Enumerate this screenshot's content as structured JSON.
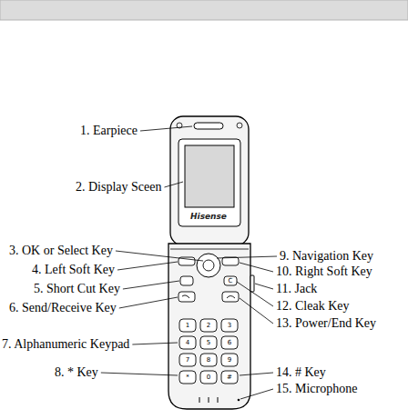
{
  "diagram": {
    "labels": [
      "Hisense",
      "1. Earpiece",
      "2. Display Sceen",
      "3. OK or Select Key",
      "4. Left Soft Key",
      "5. Short Cut Key",
      "6. Send/Receive Key",
      "7. Alphanumeric Keypad",
      "8. * Key",
      "9. Navigation Key",
      "10. Right Soft Key",
      "11. Jack",
      "12. Cleak Key",
      "13. Power/End Key",
      "14. # Key",
      "15. Microphone",
      "1",
      "2",
      "3",
      "4",
      "5",
      "6",
      "7",
      "8",
      "9",
      "*",
      "0",
      "#",
      "C"
    ]
  }
}
